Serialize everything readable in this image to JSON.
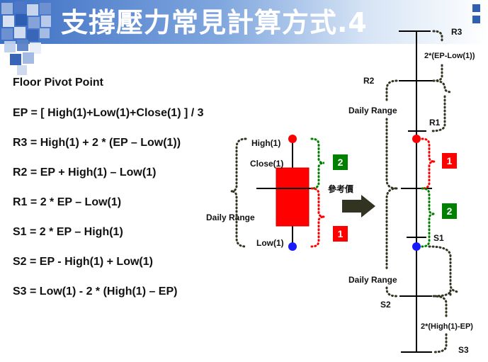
{
  "header": {
    "title": "支撐壓力常見計算方式.4"
  },
  "formulas": [
    "Floor Pivot Point",
    "EP = [ High(1)+Low(1)+Close(1) ] / 3",
    "R3 = High(1) + 2 * (EP – Low(1))",
    "R2 = EP + High(1) – Low(1)",
    "R1 = 2 * EP – Low(1)",
    "S1 = 2 * EP – High(1)",
    "S2 = EP - High(1) + Low(1)",
    "S3 = Low(1) -  2 * (High(1) – EP)"
  ],
  "candle": {
    "high_label": "High(1)",
    "close_label": "Close(1)",
    "low_label": "Low(1)",
    "daily_range_label": "Daily  Range",
    "box_2": "2",
    "box_1": "1"
  },
  "arrow": {
    "label": "參考價"
  },
  "levels": {
    "r3": "R3",
    "r2": "R2",
    "r1": "R1",
    "s1": "S1",
    "s2": "S2",
    "s3": "S3",
    "r3_range": "2*(EP-Low(1))",
    "s3_range": "2*(High(1)-EP)",
    "daily_range_upper": "Daily  Range",
    "daily_range_lower": "Daily  Range",
    "box_1": "1",
    "box_2": "2"
  },
  "colors": {
    "red": "#ff0000",
    "green": "#008000",
    "blue": "#1a1aff",
    "dark_olive": "#333322",
    "header_blue": "#3d6fc4"
  }
}
